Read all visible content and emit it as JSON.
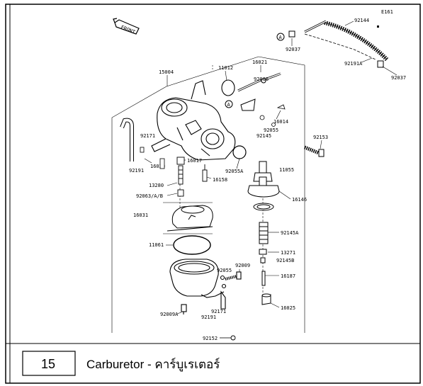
{
  "diagram": {
    "code": "E161",
    "front_label": "FRONT",
    "marker": "A",
    "labels": {
      "p92144": "92144",
      "p92037a": "92037",
      "p92191A": "92191A",
      "p92037b": "92037",
      "p15004": "15004",
      "p11012": "11012",
      "p16021": "16021",
      "p92066": "92066",
      "p16014": "16014",
      "p92055a": "92055",
      "p92145": "92145",
      "p92153": "92153",
      "p92171a": "92171",
      "p16030": "16030",
      "p92191": "92191",
      "p16017": "16017",
      "p16158": "16158",
      "p92055A": "92055A",
      "p11055": "11055",
      "p13280": "13280",
      "p92063": "92063/A/B",
      "p16146": "16146",
      "p16031": "16031",
      "p92145A": "92145A",
      "p11061": "11061",
      "p13271": "13271",
      "p92145B": "92145B",
      "p92055b": "92055",
      "p92009": "92009",
      "p16187": "16187",
      "p92171b": "92171",
      "p92191b": "92191",
      "p16025": "16025",
      "p92009A": "92009A",
      "p92152": "92152"
    }
  },
  "caption": {
    "number": "15",
    "title": "Carburetor - คาร์บูเรเตอร์"
  }
}
